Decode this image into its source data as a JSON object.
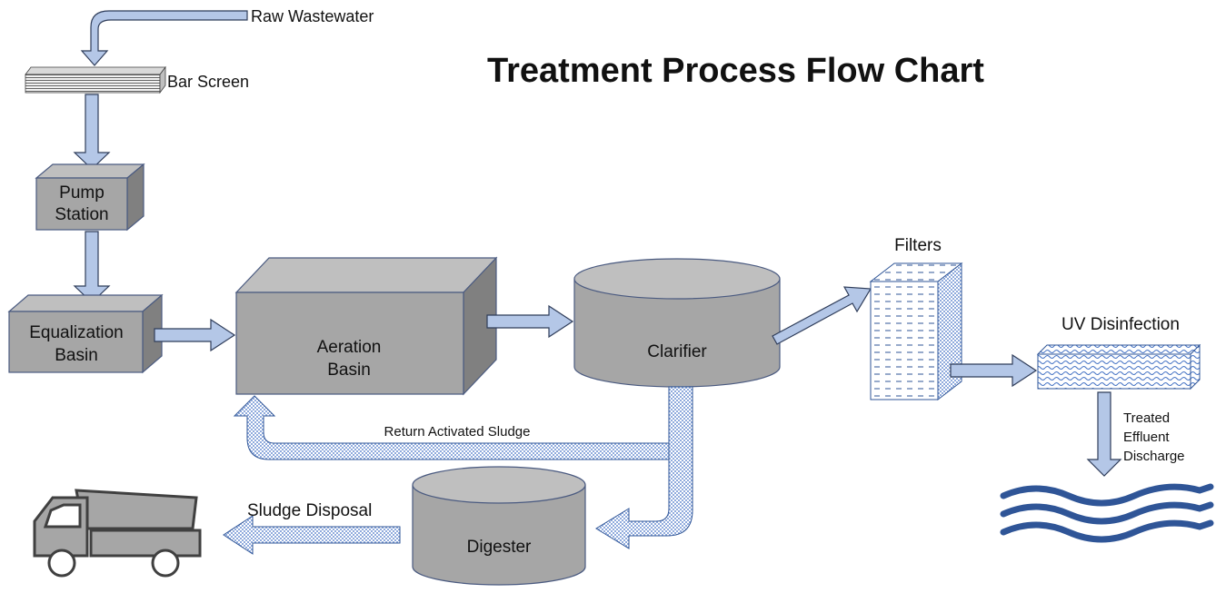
{
  "title": "Treatment Process Flow Chart",
  "labels": {
    "raw_wastewater": "Raw Wastewater",
    "bar_screen": "Bar Screen",
    "pump_station": [
      "Pump",
      "Station"
    ],
    "equalization_basin": [
      "Equalization",
      "Basin"
    ],
    "aeration_basin": [
      "Aeration",
      "Basin"
    ],
    "clarifier": "Clarifier",
    "filters": "Filters",
    "uv_disinfection": "UV Disinfection",
    "treated_effluent": [
      "Treated",
      "Effluent",
      "Discharge"
    ],
    "return_sludge": "Return Activated Sludge",
    "digester": "Digester",
    "sludge_disposal": "Sludge Disposal"
  },
  "colors": {
    "arrow_fill": "#b4c7e7",
    "arrow_stroke": "#2f3d5a",
    "box_front": "#a6a6a6",
    "box_top": "#bfbfbf",
    "box_side": "#808080",
    "box_stroke": "#4a5a80",
    "water": "#2f5597",
    "pattern": "#4472c4"
  }
}
